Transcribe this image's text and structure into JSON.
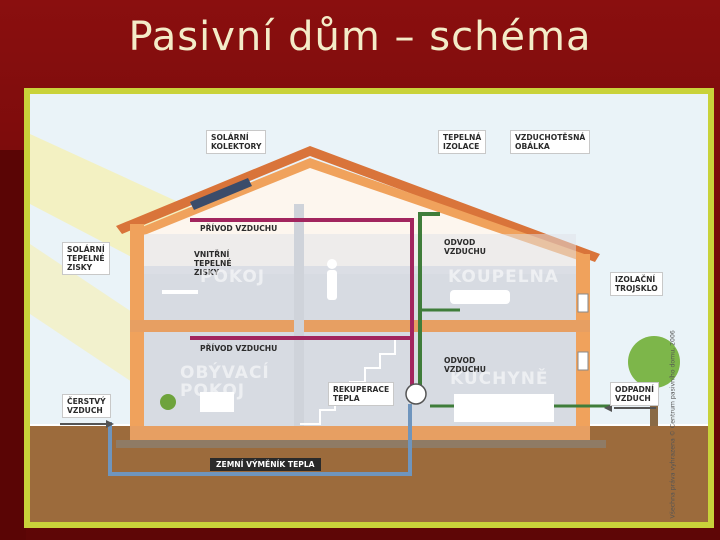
{
  "slide": {
    "title": "Pasivní dům – schéma"
  },
  "diagram": {
    "labels": {
      "solar_collectors": "SOLÁRNÍ\nKOLEKTORY",
      "thermal_insulation": "TEPELNÁ\nIZOLACE",
      "airtight_envelope": "VZDUCHOTĚSNÁ\nOBÁLKA",
      "solar_heat_gains": "SOLÁRNÍ\nTEPELNÉ\nZISKY",
      "air_supply_upper": "PŘÍVOD VZDUCHU",
      "internal_heat_gains": "VNITŘNÍ\nTEPELNÉ\nZISKY",
      "air_exhaust_upper": "ODVOD\nVZDUCHU",
      "triple_insulation": "IZOLAČNÍ\nTROJSKLO",
      "air_supply_lower": "PŘÍVOD VZDUCHU",
      "air_exhaust_lower": "ODVOD\nVZDUCHU",
      "heat_recovery": "REKUPERACE\nTEPLA",
      "fresh_air": "ČERSTVÝ\nVZDUCH",
      "waste_air": "ODPADNÍ\nVZDUCH",
      "ground_exchanger": "ZEMNÍ VÝMĚNÍK TEPLA"
    },
    "rooms": {
      "room": "POKOJ",
      "bathroom": "KOUPELNA",
      "living_room": "OBÝVACÍ\nPOKOJ",
      "kitchen": "KUCHYNĚ"
    },
    "credit": "Všechna práva vyhrazena © Centrum pasivního domu, 2006"
  },
  "colors": {
    "background": "#7a0b0b",
    "frame": "#c9d23a",
    "roof": "#d9743a",
    "walls": "#f0a25c",
    "interior": "#d7dbe2",
    "ground": "#9c6b3c",
    "sky": "#eaf3f8",
    "supply_duct": "#a2255e",
    "exhaust_duct": "#3f7d3a",
    "ground_pipe": "#6f95bd",
    "title_text": "#f4ecc8"
  }
}
